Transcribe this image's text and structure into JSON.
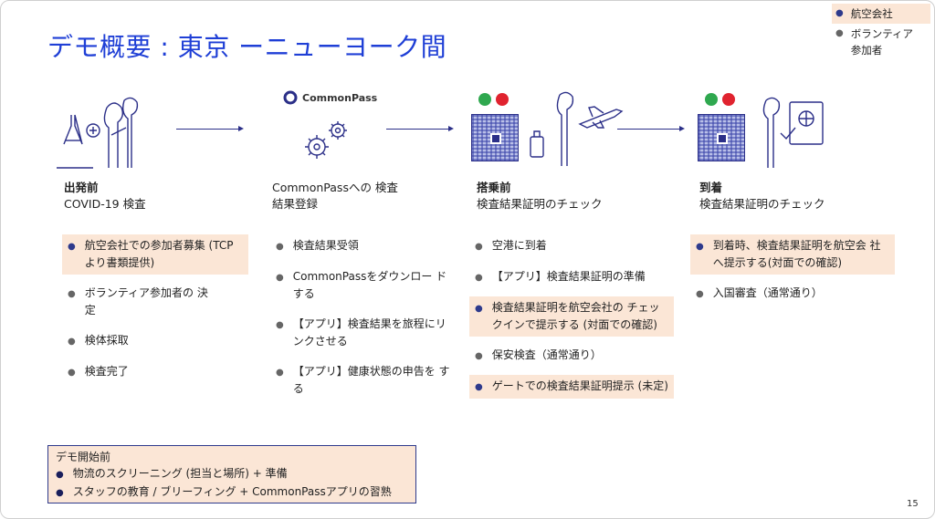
{
  "title": "デモ概要 : 東京 ーニューヨーク間",
  "legend": [
    {
      "label": "航空会社",
      "highlight": true
    },
    {
      "label": "ボランティア参加者",
      "highlight": false
    }
  ],
  "logo_text": "CommonPass",
  "columns": [
    {
      "head_bold": "出発前",
      "head": "COVID-19 検査",
      "items": [
        {
          "text": "航空会社での参加者募集 (TCPより書類提供)",
          "highlight": true
        },
        {
          "text": "ボランティア参加者の 決定",
          "highlight": false
        },
        {
          "text": "検体採取",
          "highlight": false
        },
        {
          "text": "検査完了",
          "highlight": false
        }
      ]
    },
    {
      "head_bold": "",
      "head": "CommonPassへの 検査結果登録",
      "items": [
        {
          "text": "検査結果受領",
          "highlight": false
        },
        {
          "text": "CommonPassをダウンロー ドする",
          "highlight": false
        },
        {
          "text": "【アプリ】検査結果を旅程にリ ンクさせる",
          "highlight": false
        },
        {
          "text": "【アプリ】健康状態の申告を する",
          "highlight": false
        }
      ]
    },
    {
      "head_bold": "搭乗前",
      "head": "検査結果証明のチェック",
      "items": [
        {
          "text": "空港に到着",
          "highlight": false
        },
        {
          "text": "【アプリ】検査結果証明の準備",
          "highlight": false
        },
        {
          "text": "検査結果証明を航空会社の チェックインで提示する (対面での確認)",
          "highlight": true
        },
        {
          "text": "保安検査（通常通り）",
          "highlight": false
        },
        {
          "text": "ゲートでの検査結果証明提示 (未定)",
          "highlight": true
        }
      ]
    },
    {
      "head_bold": "到着",
      "head": "検査結果証明のチェック",
      "items": [
        {
          "text": "到着時、検査結果証明を航空会 社へ提示する(対面での確認)",
          "highlight": true
        },
        {
          "text": "入国審査（通常通り）",
          "highlight": false
        }
      ]
    }
  ],
  "demo_box": {
    "title": "デモ開始前",
    "lines": [
      "物流のスクリーニング (担当と場所) + 準備",
      "スタッフの教育 / ブリーフィング + CommonPassアプリの習熟"
    ]
  },
  "page_number": "15",
  "colors": {
    "title": "#1f3fd6",
    "highlight": "#fbe6d6",
    "navy": "#2e3a8c"
  }
}
